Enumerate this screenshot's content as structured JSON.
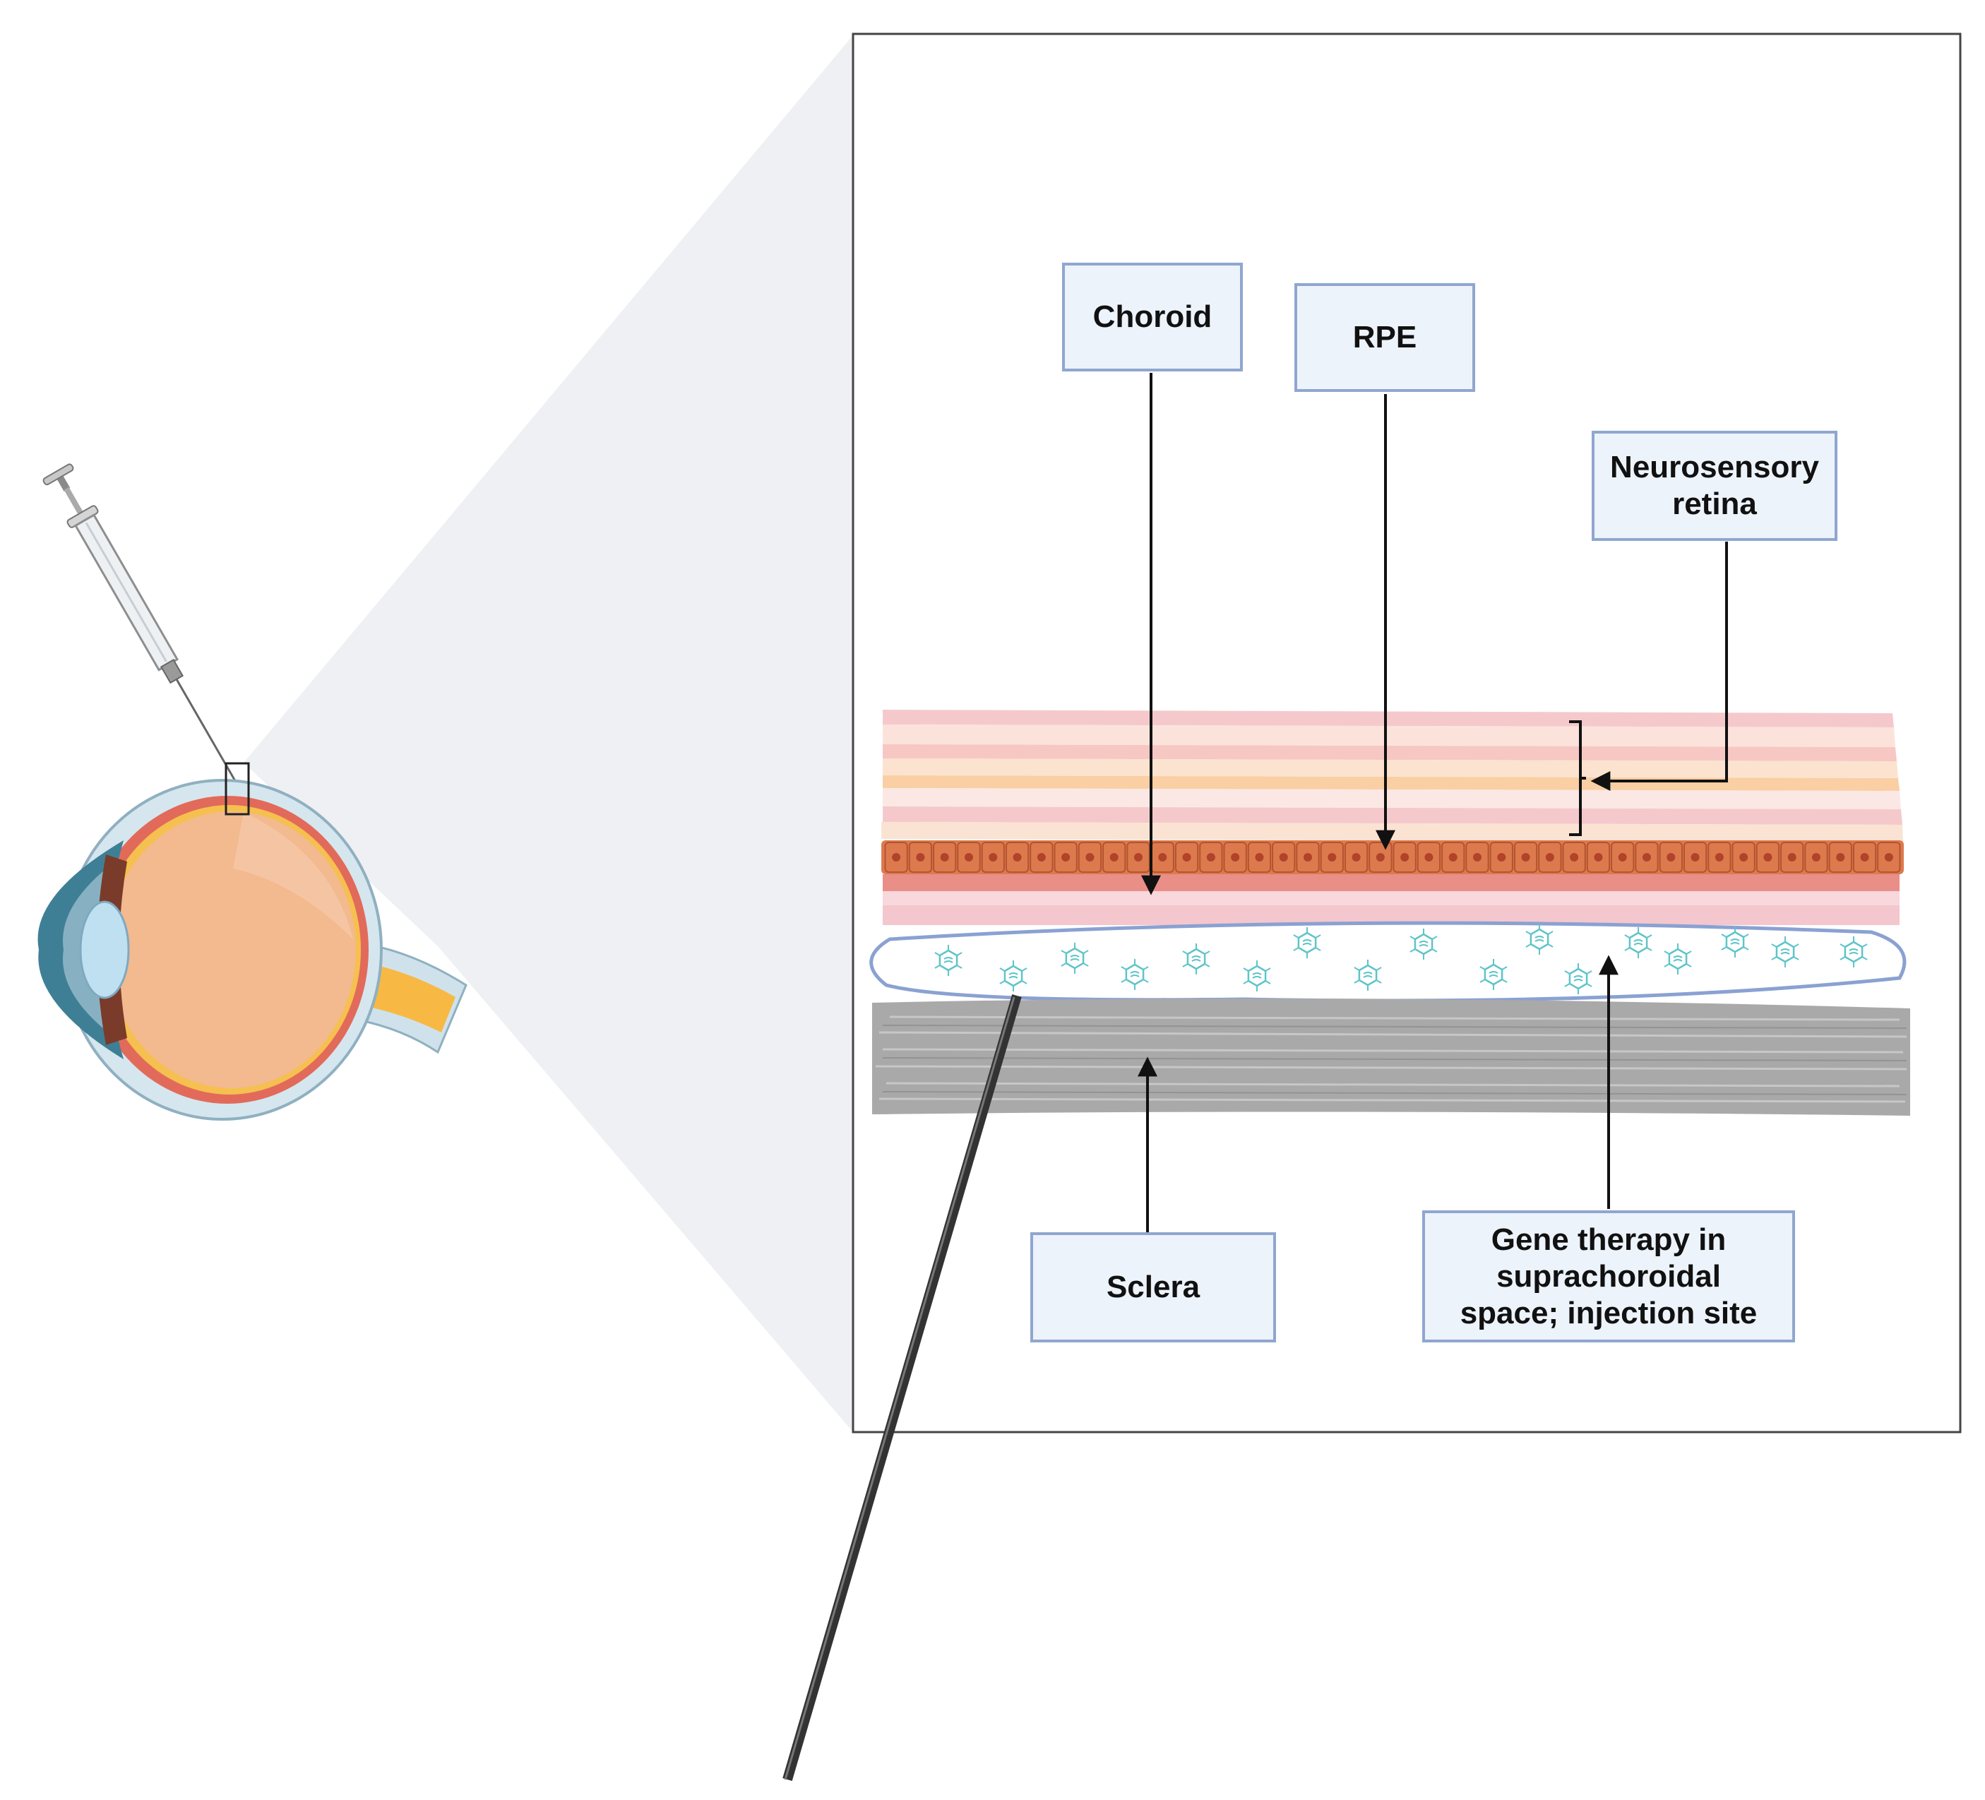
{
  "diagram": {
    "labels": {
      "choroid": "Choroid",
      "rpe": "RPE",
      "neuro_line1": "Neurosensory",
      "neuro_line2": "retina",
      "sclera": "Sclera",
      "gene_line1": "Gene therapy in",
      "gene_line2": "suprachoroidal",
      "gene_line3": "space; injection site"
    },
    "colors": {
      "retina_pink": "#f5c9cc",
      "retina_cream": "#fbe3cf",
      "rpe_orange": "#dc7a4e",
      "rpe_nucleus": "#b0432a",
      "choroid_pink": "#f3c7cd",
      "sclera_gray": "#a9a9a9",
      "space_outline": "#8aa1d2",
      "virus_teal": "#5fc4c9",
      "zoom_gray": "#eef0f3",
      "label_fill": "#edf3fb",
      "label_border": "#8fa6cf",
      "eye_vitreous": "#f3b98f",
      "optic_nerve": "#f7b944"
    },
    "icons": [
      "syringe-icon",
      "eye-icon",
      "virus-particle-icon"
    ]
  }
}
